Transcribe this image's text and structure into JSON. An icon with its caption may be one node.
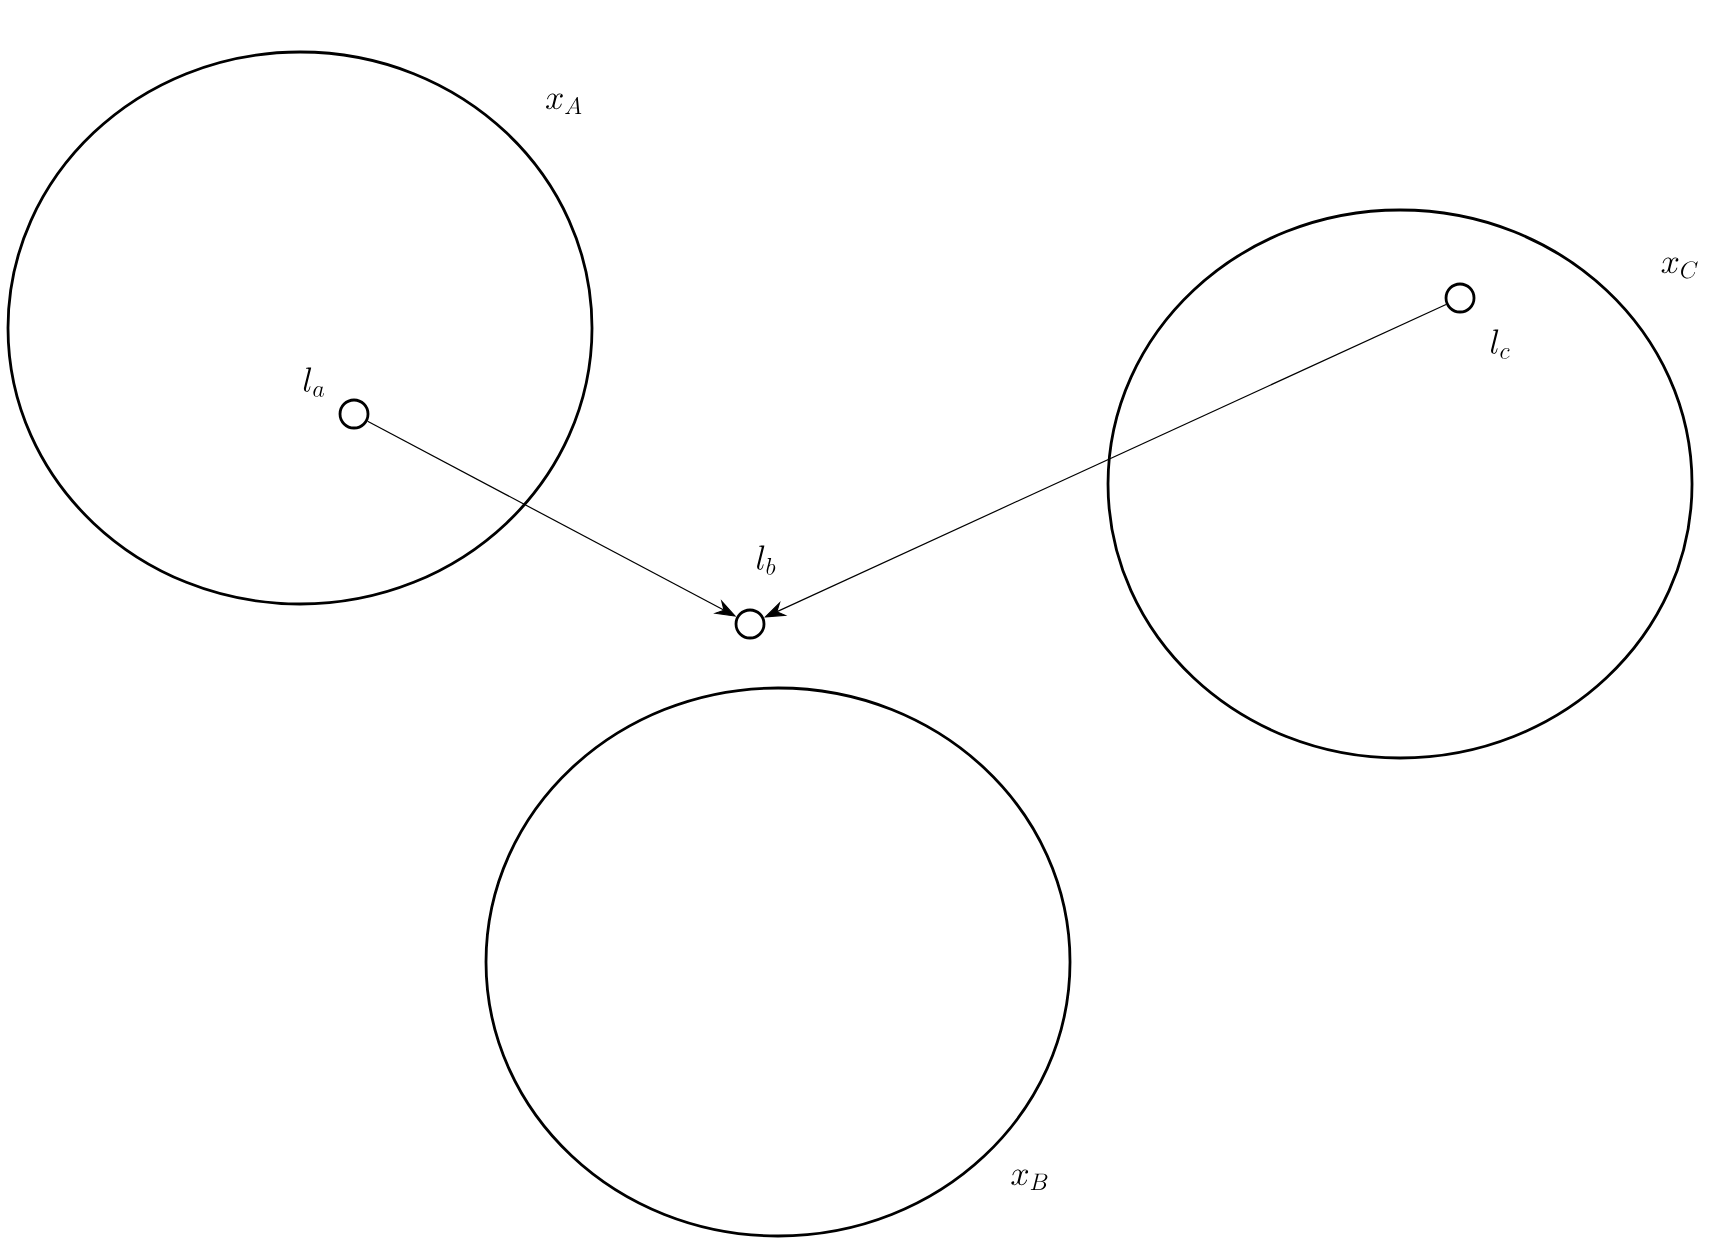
{
  "diagram": {
    "nodes": [
      {
        "text": [
          "x_{A}"
        ]
      },
      {
        "text": [
          "x_{B}"
        ]
      },
      {
        "text": [
          "x_{C}"
        ]
      },
      {
        "text": [],
        "shape": "circle",
        "beside": [
          "l_{a}"
        ],
        "in": 0
      },
      {
        "text": [],
        "shape": "circle",
        "beside": [
          "l_{b}"
        ]
      },
      {
        "text": [],
        "shape": "circle",
        "beside": [
          "l_{c}"
        ],
        "in": 2
      }
    ],
    "edges": [
      {
        "from": 3,
        "to": 4,
        "arrow": "to"
      },
      {
        "from": 5,
        "to": 4,
        "arrow": "to"
      }
    ]
  }
}
